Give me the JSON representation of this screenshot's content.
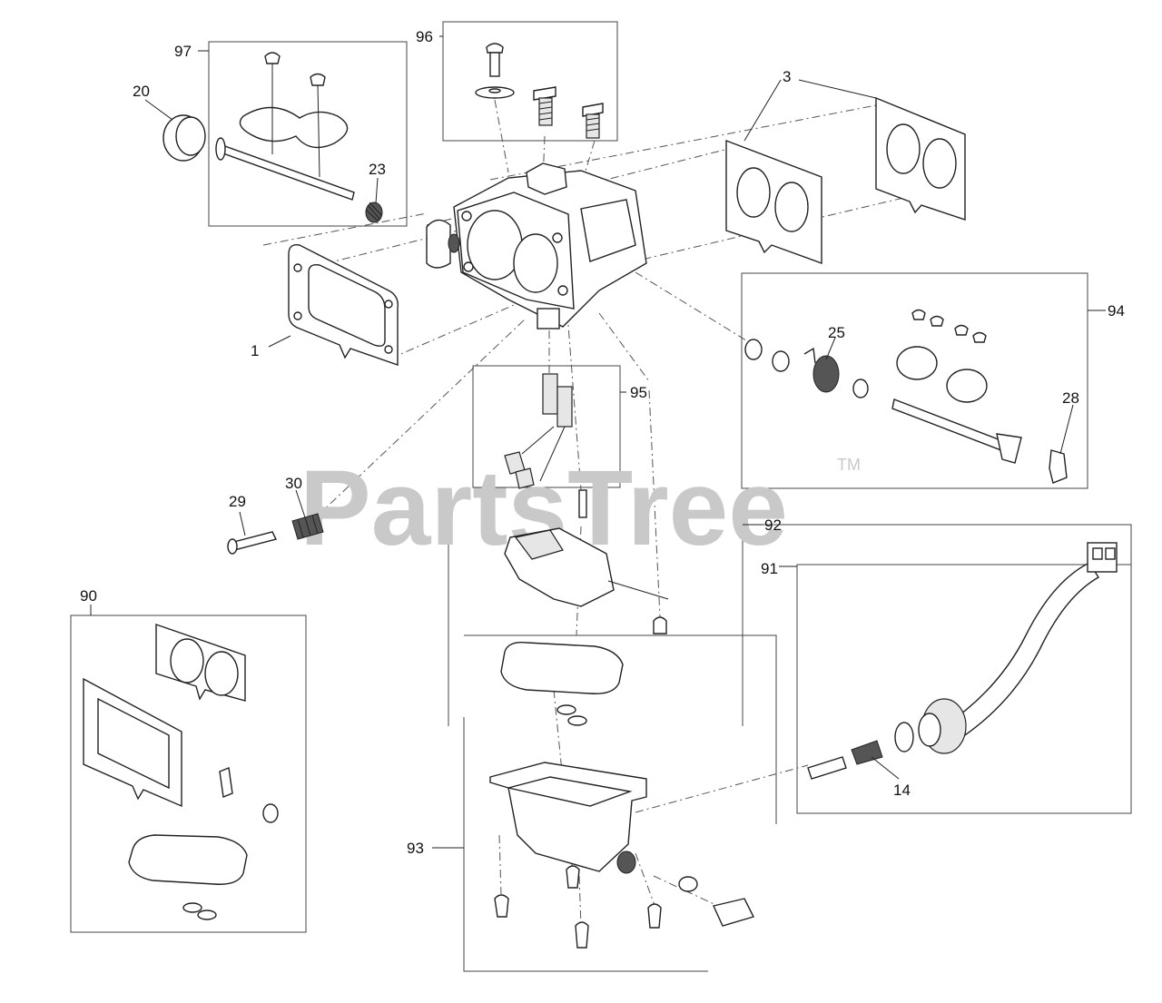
{
  "watermark": {
    "text": "PartsTree",
    "trademark": "TM"
  },
  "callouts": {
    "c1": "1",
    "c3": "3",
    "c14": "14",
    "c20": "20",
    "c23": "23",
    "c25": "25",
    "c28": "28",
    "c29": "29",
    "c30": "30",
    "c90": "90",
    "c91": "91",
    "c92": "92",
    "c93": "93",
    "c94": "94",
    "c95": "95",
    "c96": "96",
    "c97": "97"
  }
}
